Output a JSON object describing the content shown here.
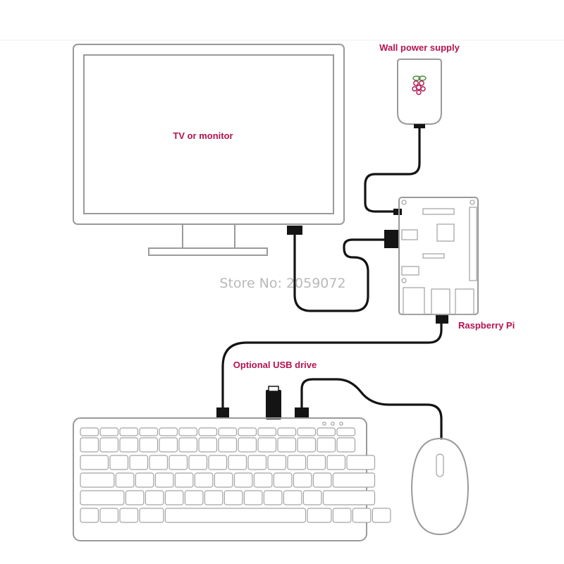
{
  "labels": {
    "monitor": "TV or monitor",
    "power": "Wall power supply",
    "pi": "Raspberry Pi",
    "usb": "Optional USB drive"
  },
  "watermark": "Store No: 2059072",
  "colors": {
    "label": "#b5124f",
    "outline": "#9a9a9a",
    "cable": "#141414",
    "watermark": "#b9b9b9"
  },
  "icons": {
    "power_supply_logo": "raspberry-logo-icon"
  }
}
